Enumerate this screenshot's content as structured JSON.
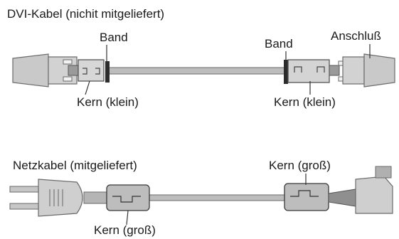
{
  "dvi": {
    "title": "DVI-Kabel (nichit mitgeliefert)",
    "band_left": "Band",
    "band_right": "Band",
    "connector": "Anschluß",
    "core_left": "Kern (klein)",
    "core_right": "Kern (klein)"
  },
  "power": {
    "title": "Netzkabel (mitgeliefert)",
    "core_right": "Kern (groß)",
    "core_left": "Kern (groß)"
  }
}
